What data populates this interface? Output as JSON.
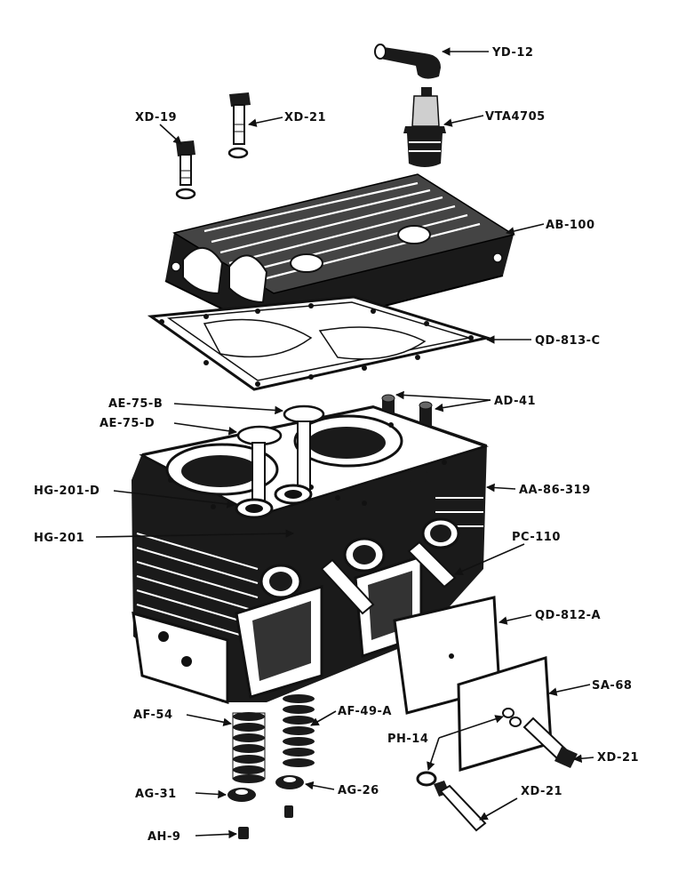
{
  "labels": {
    "yd_12": "YD-12",
    "vta_4705": "VTA4705",
    "xd_19": "XD-19",
    "xd_21_top": "XD-21",
    "ab_100": "AB-100",
    "qd_813_c": "QD-813-C",
    "ad_41": "AD-41",
    "ae_75_b": "AE-75-B",
    "ae_75_d": "AE-75-D",
    "hg_201_d": "HG-201-D",
    "aa_86_319": "AA-86-319",
    "hg_201": "HG-201",
    "pc_110": "PC-110",
    "qd_812_a": "QD-812-A",
    "sa_68": "SA-68",
    "af_54": "AF-54",
    "af_49_a": "AF-49-A",
    "ph_14": "PH-14",
    "xd_21_right": "XD-21",
    "ag_31": "AG-31",
    "ag_26": "AG-26",
    "xd_21_bottom": "XD-21",
    "ah_9": "AH-9"
  }
}
